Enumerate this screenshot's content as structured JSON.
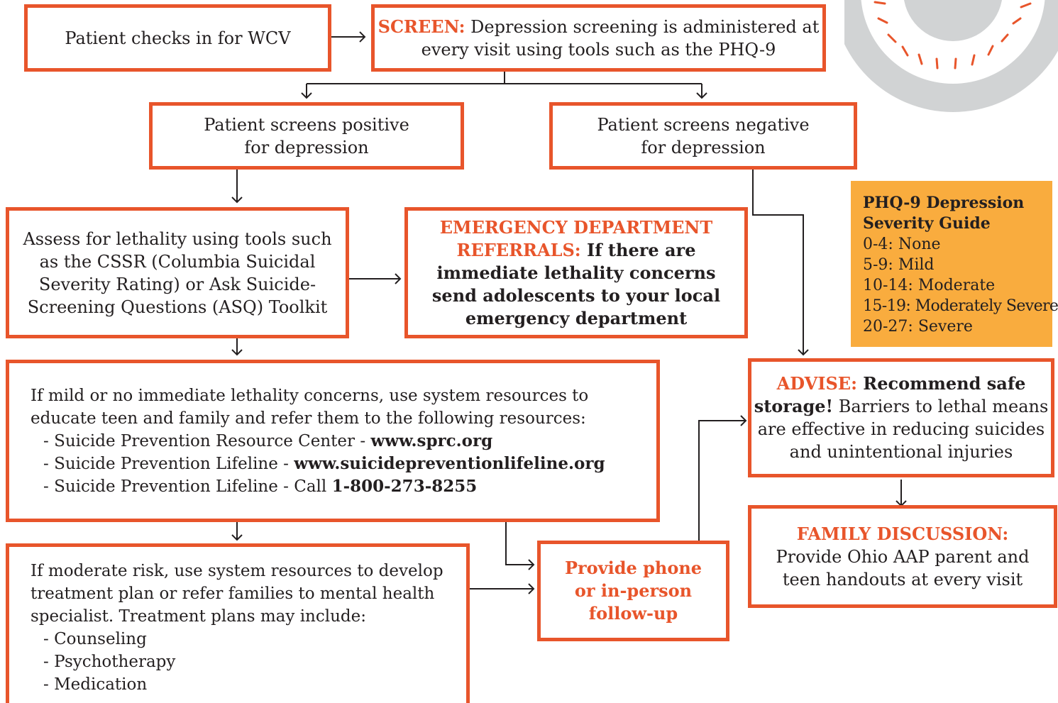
{
  "colors": {
    "accent": "#e8552b",
    "guide_bg": "#f9ac3e",
    "text": "#231f20",
    "dial_gray": "#d1d3d4"
  },
  "check_in": {
    "text": "Patient checks in for WCV"
  },
  "screen": {
    "label": "SCREEN:",
    "line1": " Depression screening is administered at",
    "line2": "every visit using tools such as the PHQ-9"
  },
  "positive": {
    "line1": "Patient screens positive",
    "line2": "for depression"
  },
  "negative": {
    "line1": "Patient screens negative",
    "line2": "for depression"
  },
  "assess": {
    "lines": [
      "Assess for lethality using tools such",
      "as the CSSR (Columbia Suicidal",
      "Severity Rating) or Ask Suicide-",
      "Screening Questions (ASQ) Toolkit"
    ]
  },
  "emergency": {
    "label1": "EMERGENCY DEPARTMENT",
    "label2": "REFERRALS:",
    "line2_rest": " If there are",
    "line3": "immediate lethality concerns",
    "line4": "send adolescents to your local",
    "line5": "emergency department"
  },
  "guide": {
    "title1": "PHQ-9 Depression",
    "title2": "Severity Guide",
    "rows": [
      "0-4: None",
      "5-9: Mild",
      "10-14: Moderate",
      "15-19: Moderately Severe",
      "20-27: Severe"
    ]
  },
  "mild": {
    "line1": "If mild or no immediate lethality concerns, use system resources to",
    "line2": "educate teen and family and refer them to the following resources:",
    "r1_text": "- Suicide Prevention Resource Center - ",
    "r1_bold": "www.sprc.org",
    "r2_text": "- Suicide Prevention Lifeline - ",
    "r2_bold": "www.suicidepreventionlifeline.org",
    "r3_text": "- Suicide Prevention Lifeline - Call ",
    "r3_bold": "1-800-273-8255"
  },
  "advise": {
    "label": "ADVISE:",
    "bold1": " Recommend safe",
    "bold2": "storage!",
    "rest2": " Barriers to lethal means",
    "line3": "are effective in reducing suicides",
    "line4": "and unintentional injuries"
  },
  "family": {
    "label": "FAMILY DISCUSSION:",
    "line2": "Provide Ohio AAP parent and",
    "line3": "teen handouts at every visit"
  },
  "moderate": {
    "lines": [
      "If moderate risk, use system resources to develop",
      "treatment plan or refer families to mental health",
      "specialist. Treatment plans may include:"
    ],
    "items": [
      "- Counseling",
      "- Psychotherapy",
      "- Medication"
    ]
  },
  "followup": {
    "line1": "Provide phone",
    "line2": "or in-person",
    "line3": "follow-up"
  }
}
